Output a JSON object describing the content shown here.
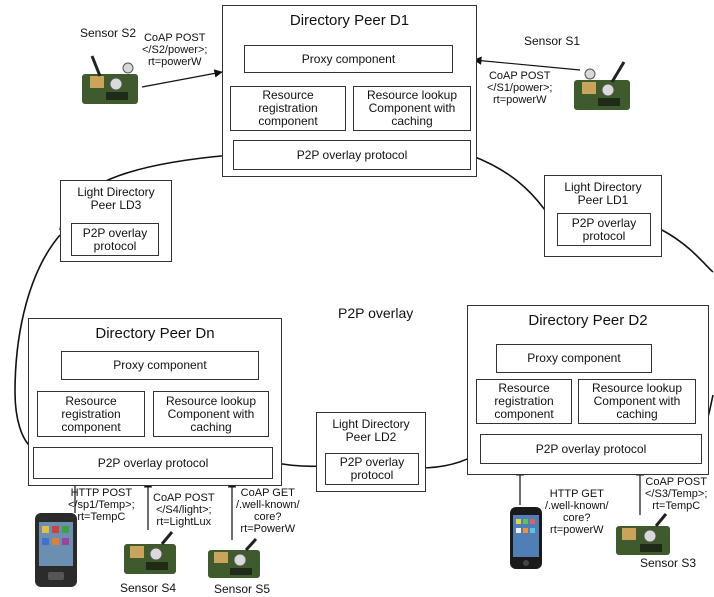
{
  "overlay_label": "P2P overlay",
  "d1": {
    "title": "Directory Peer D1",
    "proxy": "Proxy component",
    "registration": "Resource\nregistration\ncomponent",
    "lookup": "Resource lookup\nComponent with\ncaching",
    "p2p": "P2P overlay protocol"
  },
  "dn": {
    "title": "Directory Peer Dn",
    "proxy": "Proxy component",
    "registration": "Resource\nregistration\ncomponent",
    "lookup": "Resource lookup\nComponent with\ncaching",
    "p2p": "P2P overlay protocol"
  },
  "d2": {
    "title": "Directory Peer D2",
    "proxy": "Proxy component",
    "registration": "Resource\nregistration\ncomponent",
    "lookup": "Resource lookup\nComponent with\ncaching",
    "p2p": "P2P overlay protocol"
  },
  "ld1": {
    "title": "Light Directory\nPeer LD1",
    "p2p": "P2P overlay\nprotocol"
  },
  "ld2": {
    "title": "Light Directory\nPeer LD2",
    "p2p": "P2P overlay\nprotocol"
  },
  "ld3": {
    "title": "Light Directory\nPeer LD3",
    "p2p": "P2P overlay\nprotocol"
  },
  "sensors": {
    "s1": "Sensor S1",
    "s2": "Sensor S2",
    "s3": "Sensor S3",
    "s4": "Sensor S4",
    "s5": "Sensor S5"
  },
  "messages": {
    "s2": "CoAP POST\n</S2/power>;\nrt=powerW",
    "s1": "CoAP POST\n</S1/power>;\nrt=powerW",
    "http_dn": "HTTP POST\n</sp1/Temp>;\nrt=TempC",
    "s4": "CoAP POST\n</S4/light>;\nrt=LightLux",
    "s5": "CoAP GET\n/.well-known/\ncore?\nrt=PowerW",
    "http_d2": "HTTP GET\n/.well-known/\ncore?\nrt=powerW",
    "s3": "CoAP POST\n</S3/Temp>;\nrt=TempC"
  }
}
